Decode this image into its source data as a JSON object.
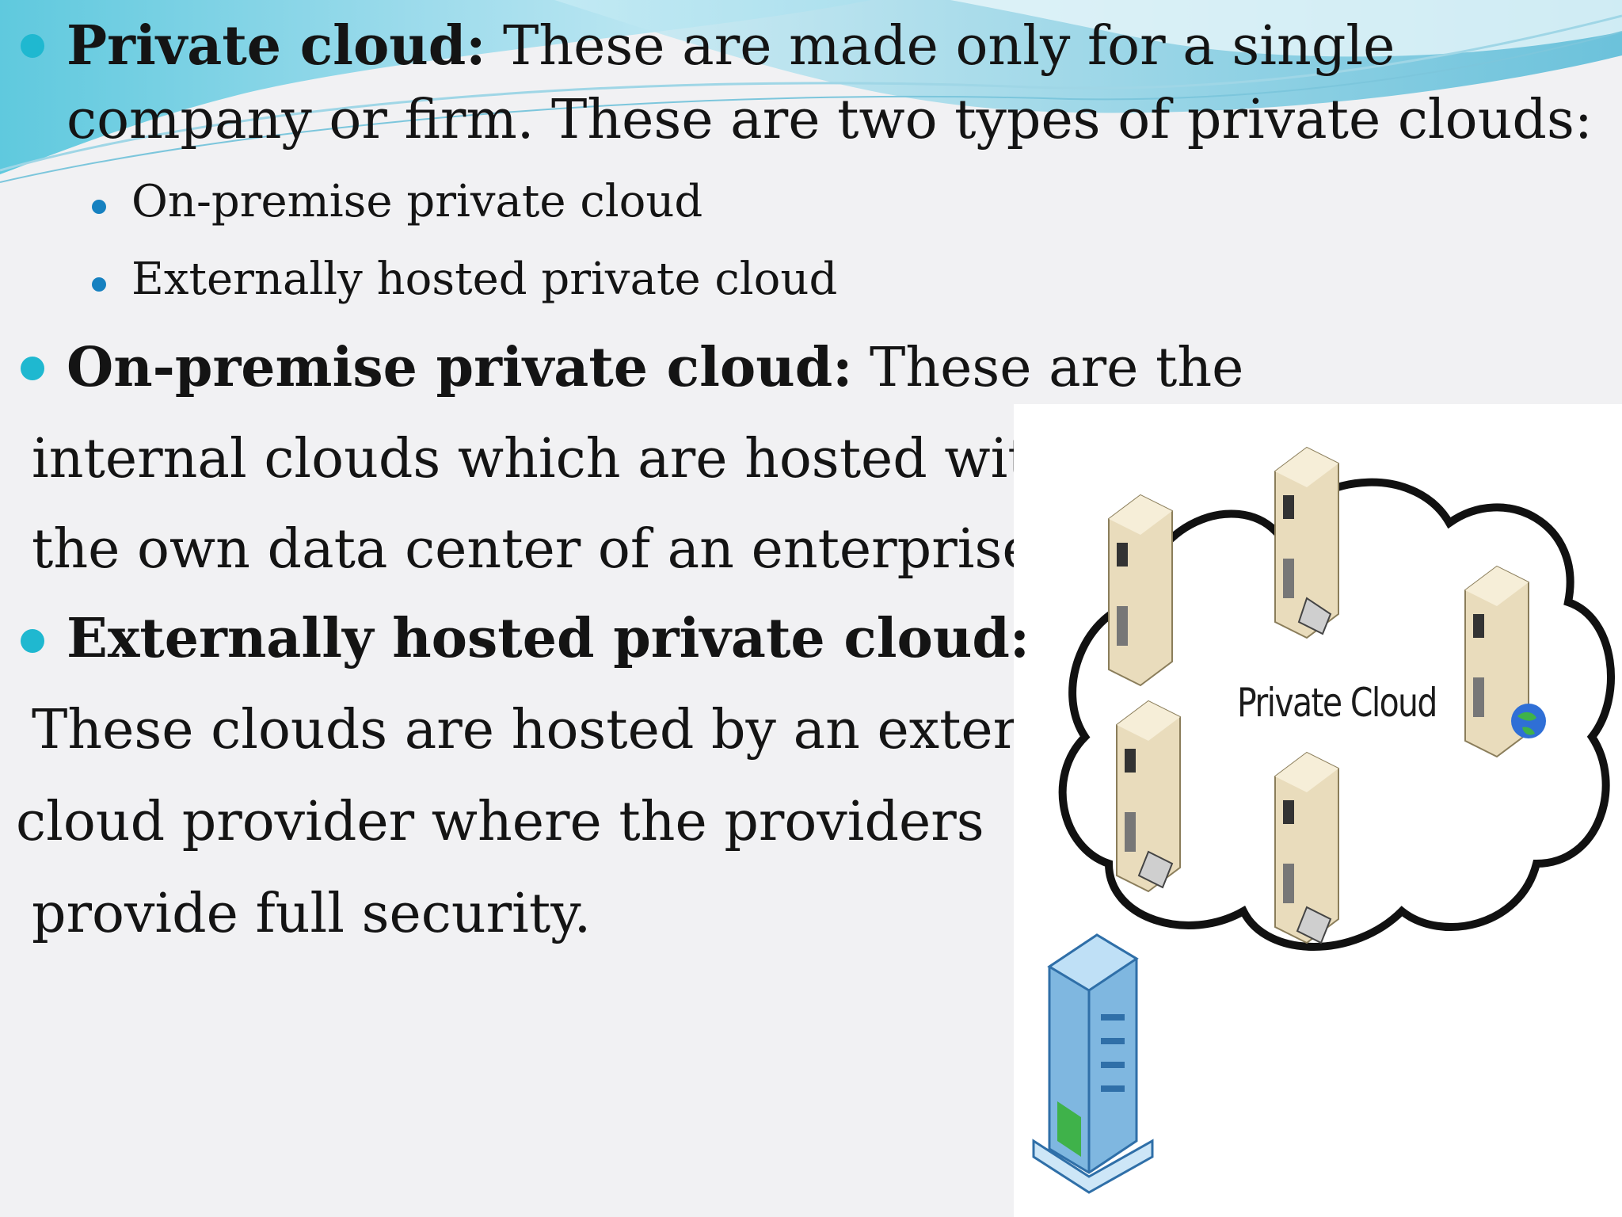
{
  "slide": {
    "bullets": [
      {
        "heading": "Private cloud:",
        "text_line1": "These are made only for a single",
        "text_line2": "company or firm. These are two types of private clouds:"
      },
      {
        "sub_items": [
          "On-premise private cloud",
          "Externally hosted private cloud"
        ]
      },
      {
        "heading": "On-premise private cloud:",
        "text_line1": "These are the",
        "text_line2": "internal clouds which are hosted wit",
        "text_line3": "the own data center of an enterprise."
      },
      {
        "heading": "Externally hosted private cloud:",
        "text_line1": "These clouds are hosted by an extern",
        "text_line2": "cloud provider where the providers",
        "text_line3": "provide full security."
      }
    ]
  },
  "figure": {
    "cloud_label": "Private Cloud",
    "icons": [
      "server-icon",
      "server-icon",
      "server-icon",
      "server-icon",
      "server-icon",
      "building-icon",
      "globe-icon"
    ]
  },
  "colors": {
    "bullet_primary": "#1fb8d0",
    "bullet_secondary": "#1681c0",
    "wave_light": "#bfe7f2",
    "wave_mid": "#5ec8de"
  }
}
